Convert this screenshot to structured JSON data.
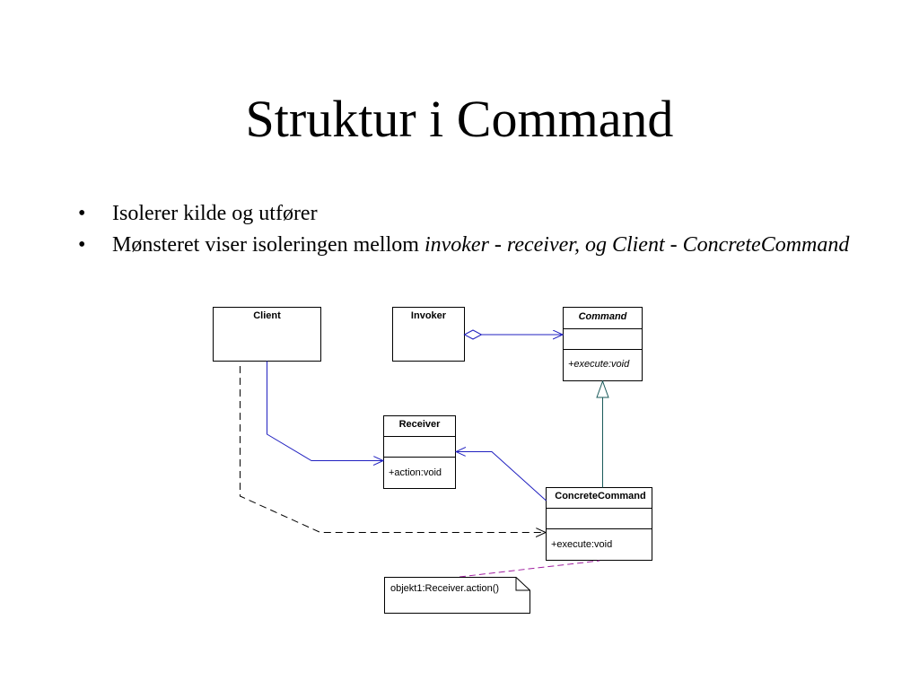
{
  "slide": {
    "title": "Struktur i Command",
    "bullets": [
      {
        "text": "Isolerer kilde og utfører"
      },
      {
        "text_plain": "Mønsteret viser isoleringen mellom ",
        "text_italic": "invoker - receiver, og Client - ConcreteCommand"
      }
    ],
    "bullet_glyph": "•"
  },
  "diagram": {
    "classes": {
      "client": {
        "name": "Client"
      },
      "invoker": {
        "name": "Invoker"
      },
      "command": {
        "name": "Command",
        "operation": "+execute:void"
      },
      "receiver": {
        "name": "Receiver",
        "operation": "+action:void"
      },
      "concrete_command": {
        "name": "ConcreteCommand",
        "operation": "+execute:void"
      }
    },
    "note": {
      "text": "objekt1:Receiver.action()"
    },
    "colors": {
      "association": "#2020c0",
      "generalization": "#1a5a5a",
      "note_link": "#a020a0",
      "dependency": "#000000"
    }
  }
}
